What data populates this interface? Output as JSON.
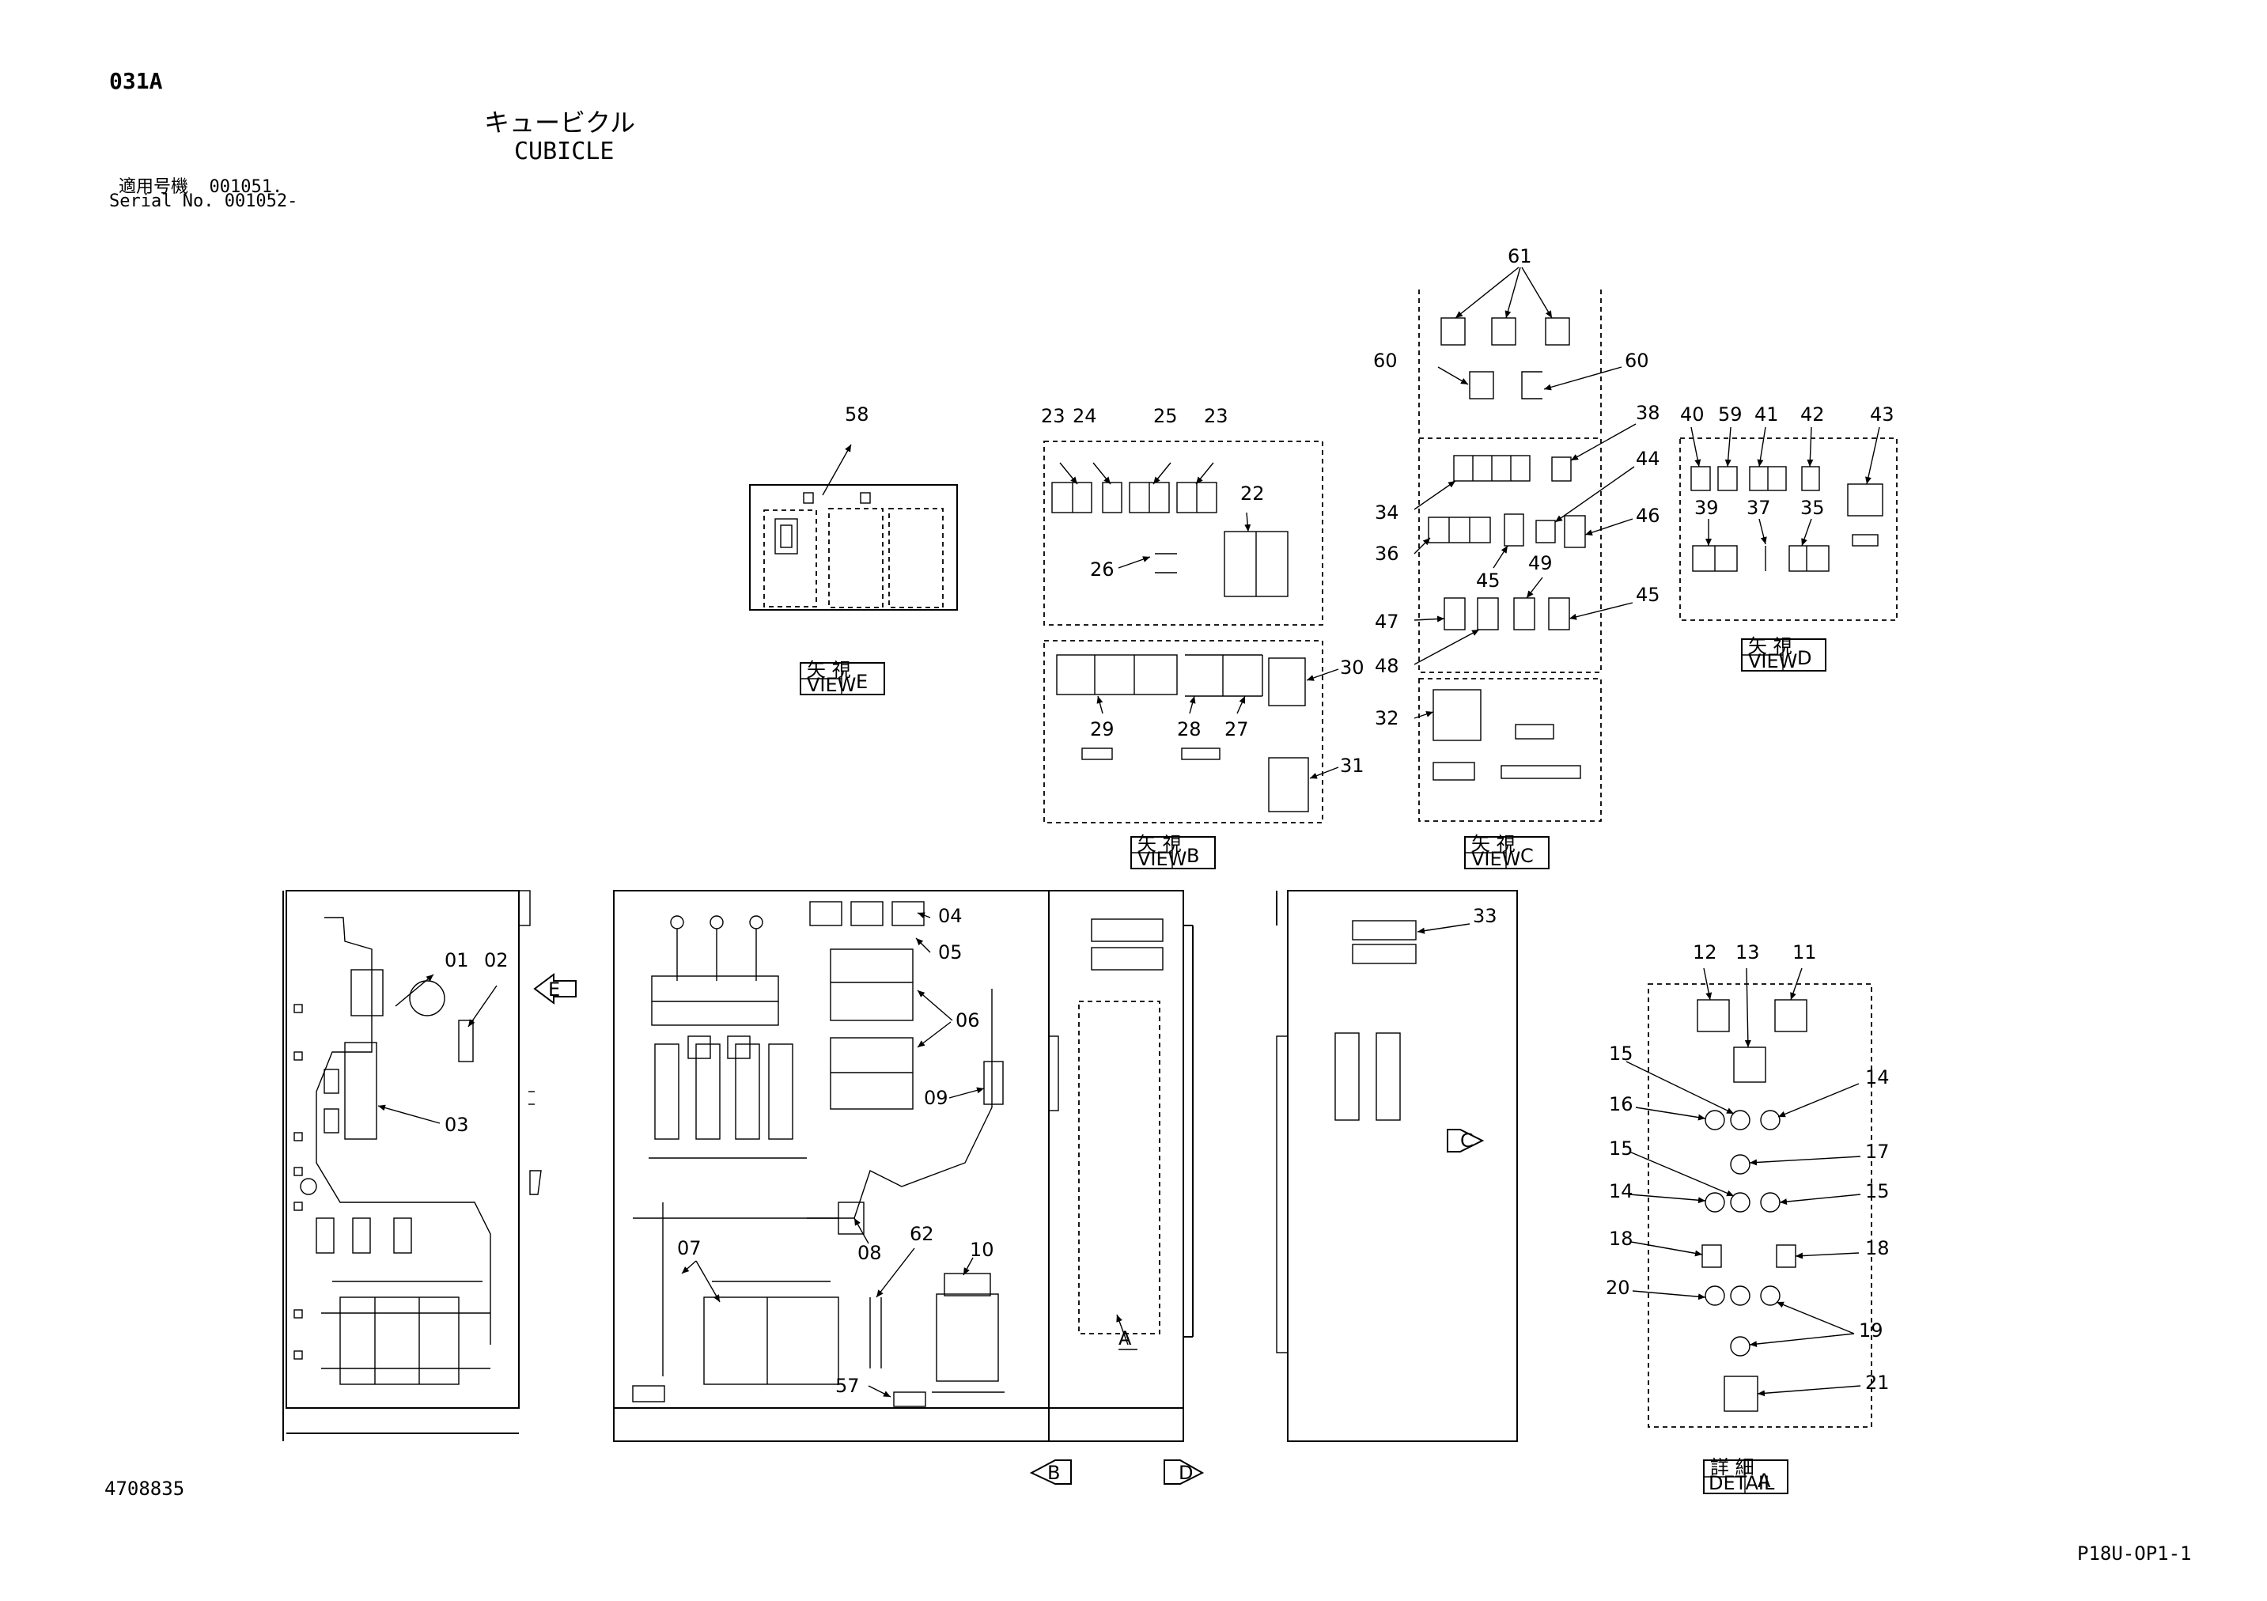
{
  "header": {
    "page_id": "031A",
    "title_jp": "キュービクル",
    "title_en": "CUBICLE",
    "serial_jp": "適用号機  001051.",
    "serial_en": "Serial No. 001052-"
  },
  "footer": {
    "doc_number": "4708835",
    "sheet_code": "P18U-OP1-1"
  },
  "views": {
    "view_jp": "矢 視",
    "view_en": "VIEW",
    "detail_jp": "詳 細",
    "detail_en": "DETAIL",
    "letters": [
      "E",
      "B",
      "C",
      "D",
      "A"
    ]
  },
  "callouts": {
    "view_e": [
      "58"
    ],
    "view_b": [
      "23",
      "24",
      "25",
      "23",
      "22",
      "26",
      "30",
      "29",
      "28",
      "27",
      "31"
    ],
    "view_c": [
      "61",
      "60",
      "60",
      "38",
      "34",
      "44",
      "36",
      "46",
      "45",
      "49",
      "47",
      "45",
      "48",
      "32"
    ],
    "view_d": [
      "40",
      "59",
      "41",
      "42",
      "43",
      "39",
      "37",
      "35"
    ],
    "front_left": [
      "01",
      "02",
      "03"
    ],
    "front_main": [
      "04",
      "05",
      "06",
      "09",
      "07",
      "08",
      "62",
      "10",
      "57"
    ],
    "front_right": [
      "33"
    ],
    "detail_a": [
      "12",
      "13",
      "11",
      "15",
      "14",
      "16",
      "17",
      "15",
      "15",
      "14",
      "18",
      "18",
      "20",
      "19",
      "21"
    ]
  },
  "arrow_marks": [
    "E",
    "C",
    "B",
    "D",
    "A"
  ]
}
